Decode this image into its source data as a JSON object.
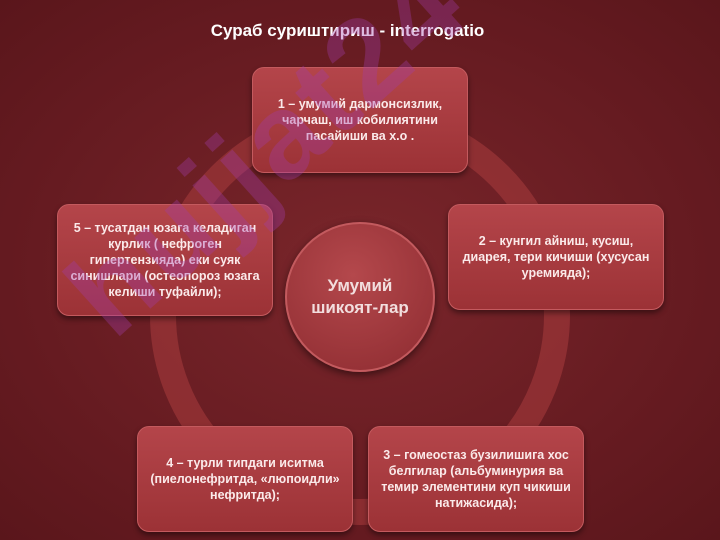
{
  "title": "Сураб суриштириш - interrogatio",
  "center": "Умумий шикоят-лар",
  "items": [
    "1 – умумий дармонсизлик, чарчаш, иш кобилиятини пасайиши ва х.о .",
    "2 – кунгил айниш, кусиш, диарея, тери кичиши (хусусан уремияда);",
    "3 – гомеостаз бузилишига хос белгилар (альбуминурия ва темир элементини куп чикиши натижасида);",
    "4 – турли типдаги иситма (пиелонефритда, «люпоидли» нефритда);",
    "5 – тусатдан юзага келадиган курлик ( нефроген гипертензияда) еки суяк синишлари (остеопороз юзага келиши туфайли);"
  ],
  "watermark": "hujjat24"
}
